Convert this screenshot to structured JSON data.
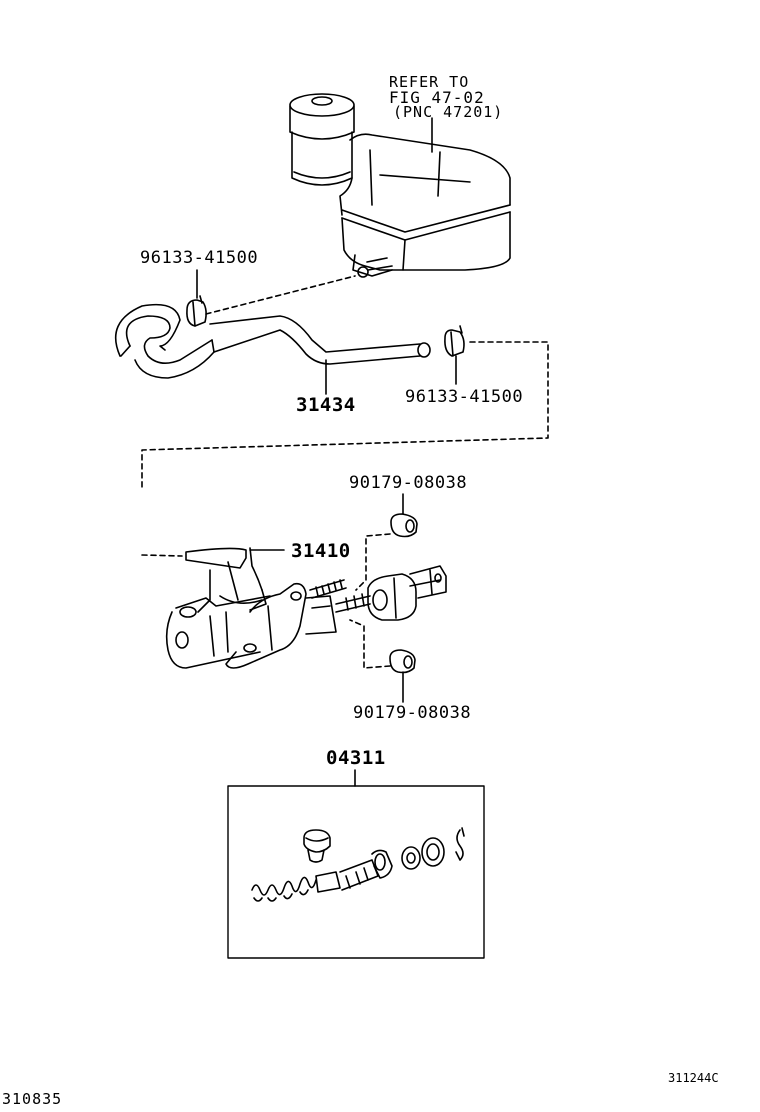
{
  "reference": {
    "line1": "REFER TO",
    "line2": "FIG 47-02",
    "line3": "(PNC 47201)"
  },
  "parts": {
    "clip_upper": "96133-41500",
    "hose": "31434",
    "clip_lower": "96133-41500",
    "nut_upper": "90179-08038",
    "master_cylinder": "31410",
    "nut_lower": "90179-08038",
    "repair_kit": "04311"
  },
  "footer": {
    "left_code": "310835",
    "right_code": "311244C"
  }
}
